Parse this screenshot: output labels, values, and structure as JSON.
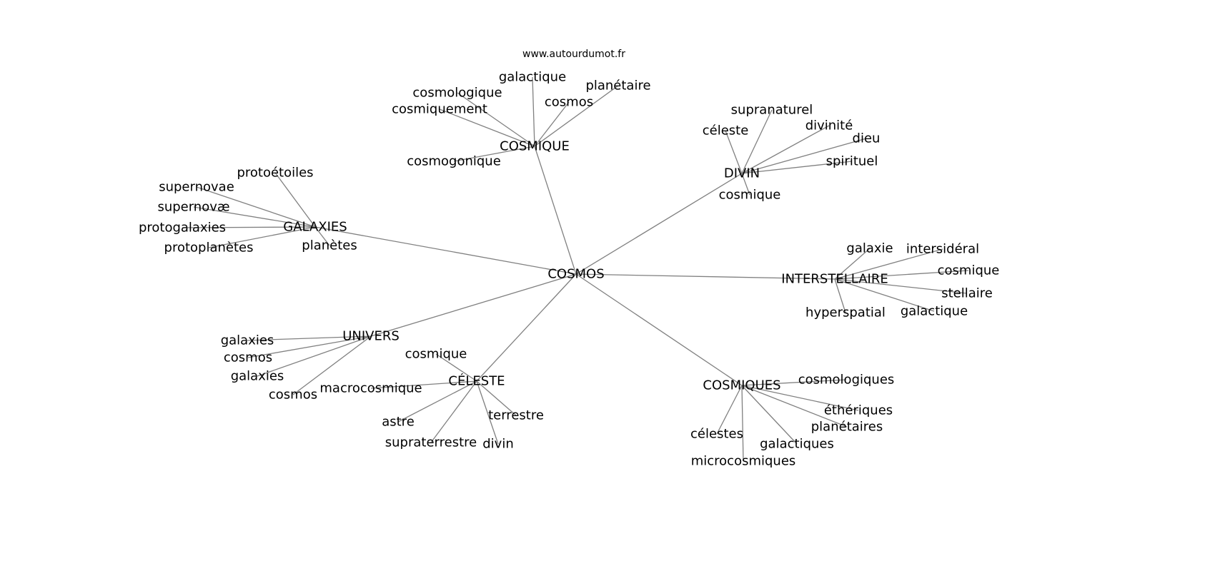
{
  "site_label": "www.autourdumot.fr",
  "edge_color": "#808080",
  "root": "COSMOS",
  "groups": [
    {
      "hub": "COSMIQUE",
      "children": [
        "galactique",
        "cosmologique",
        "cosmiquement",
        "cosmos",
        "planétaire",
        "cosmogonique"
      ]
    },
    {
      "hub": "DIVIN",
      "children": [
        "supranaturel",
        "divinité",
        "céleste",
        "dieu",
        "spirituel",
        "cosmique"
      ]
    },
    {
      "hub": "GALAXIES",
      "children": [
        "protoétoiles",
        "supernovae",
        "supernovæ",
        "protogalaxies",
        "protoplanètes",
        "planètes"
      ]
    },
    {
      "hub": "INTERSTELLAIRE",
      "children": [
        "galaxie",
        "intersidéral",
        "cosmique",
        "stellaire",
        "galactique",
        "hyperspatial"
      ]
    },
    {
      "hub": "UNIVERS",
      "children": [
        "galaxies",
        "cosmos",
        "galaxies",
        "cosmos"
      ]
    },
    {
      "hub": "CÉLESTE",
      "children": [
        "cosmique",
        "macrocosmique",
        "astre",
        "supraterrestre",
        "divin",
        "terrestre"
      ]
    },
    {
      "hub": "COSMIQUES",
      "children": [
        "cosmologiques",
        "éthériques",
        "planétaires",
        "célestes",
        "galactiques",
        "microcosmiques"
      ]
    }
  ]
}
